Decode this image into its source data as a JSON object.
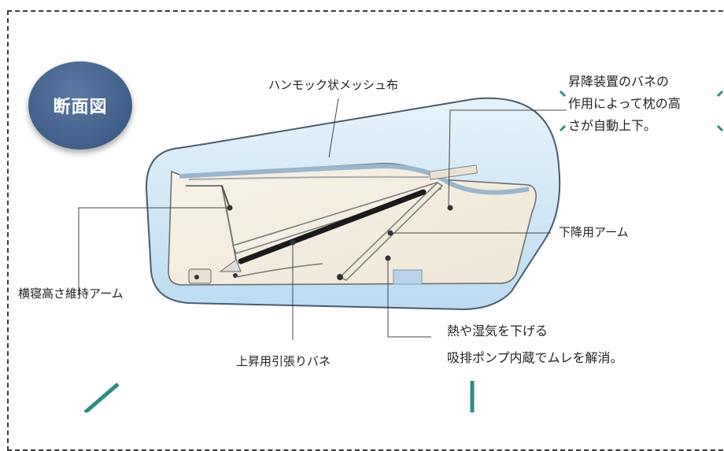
{
  "badge": {
    "label": "断面図"
  },
  "labels": {
    "hammock_mesh": "ハンモック状メッシュ布",
    "lowering_arm": "下降用アーム",
    "side_height_arm": "横寝高さ維持アーム",
    "lift_spring": "上昇用引張りバネ"
  },
  "notes": {
    "lift_device": [
      "昇降装置のバネの",
      "作用によって枕の高",
      "さが自動上下。"
    ],
    "pump": [
      "熱や湿気を下げる",
      "吸排ポンプ内蔵でムレを解消。"
    ]
  },
  "colors": {
    "frame": "#3a3a3a",
    "badge": "#3f5f88",
    "shell": "#cfe6f7",
    "shell_edge": "#4a5b6e",
    "inner": "#f6f1e6",
    "spring": "#1a1a1a",
    "accent": "#2e8c82"
  }
}
